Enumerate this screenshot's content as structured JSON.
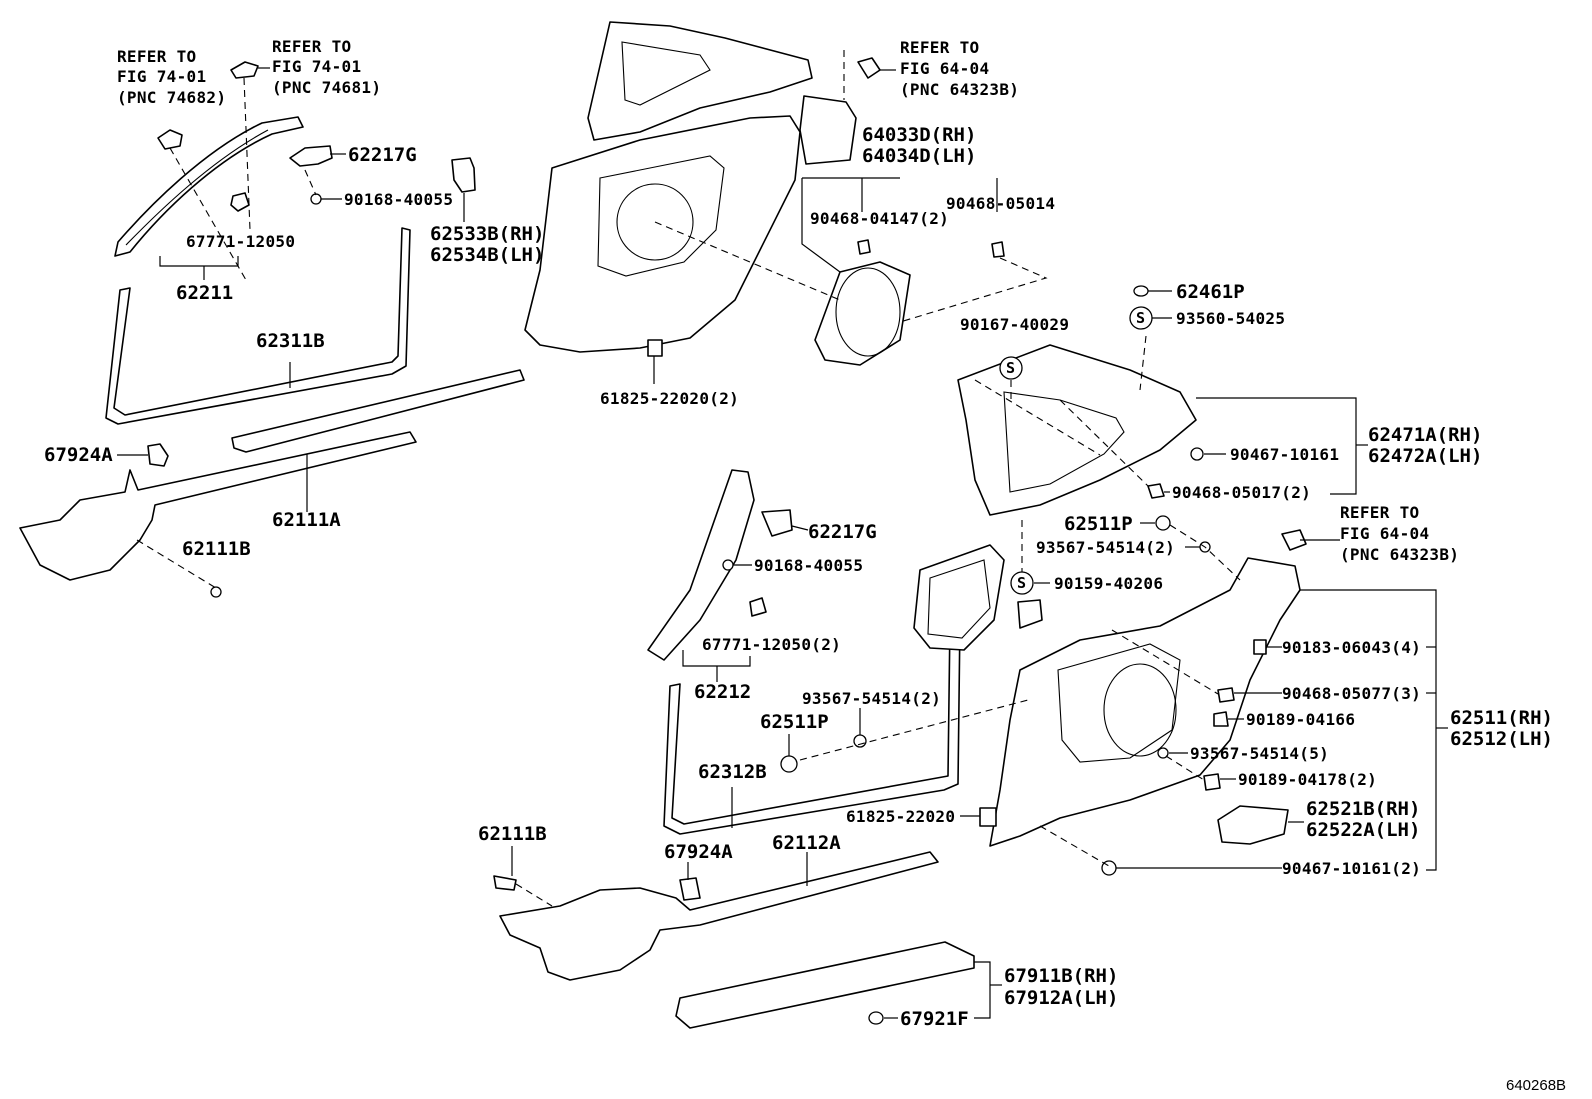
{
  "diagram": {
    "figure_code": "640268B",
    "labels": {
      "refer_74682": [
        "REFER TO",
        "FIG 74-01",
        "(PNC 74682)"
      ],
      "refer_74681": [
        "REFER TO",
        "FIG 74-01",
        "(PNC 74681)"
      ],
      "refer_64323b_top": [
        "REFER TO",
        "FIG 64-04",
        "(PNC 64323B)"
      ],
      "refer_64323b_right": [
        "REFER TO",
        "FIG 64-04",
        "(PNC 64323B)"
      ],
      "p62217G_top": "62217G",
      "p90168_top": "90168-40055",
      "p67771_top": "67771-12050",
      "p62211": "62211",
      "p62533B": "62533B(RH)",
      "p62534B": "62534B(LH)",
      "p64033D": "64033D(RH)",
      "p64034D": "64034D(LH)",
      "p90468_04147": "90468-04147(2)",
      "p90468_05014": "90468-05014",
      "p62311B": "62311B",
      "p67924A_left": "67924A",
      "p62111A": "62111A",
      "p62111B_left": "62111B",
      "p61825_top": "61825-22020(2)",
      "p62461P": "62461P",
      "p90167": "90167-40029",
      "p93560": "93560-54025",
      "p62471A": "62471A(RH)",
      "p62472A": "62472A(LH)",
      "p90467_top": "90467-10161",
      "p90468_05017": "90468-05017(2)",
      "p62511P_right": "62511P",
      "p93567_right": "93567-54514(2)",
      "p90159": "90159-40206",
      "p62217G_mid": "62217G",
      "p90168_mid": "90168-40055",
      "p67771_mid": "67771-12050(2)",
      "p62212": "62212",
      "p93567_mid": "93567-54514(2)",
      "p62511P_mid": "62511P",
      "p62312B": "62312B",
      "p90183": "90183-06043(4)",
      "p90468_05077": "90468-05077(3)",
      "p90189_04166": "90189-04166",
      "p93567_5": "93567-54514(5)",
      "p90189_04178": "90189-04178(2)",
      "p62511": "62511(RH)",
      "p62512": "62512(LH)",
      "p62521B": "62521B(RH)",
      "p62522A": "62522A(LH)",
      "p61825_mid": "61825-22020",
      "p90467_bottom": "90467-10161(2)",
      "p62111B_bottom": "62111B",
      "p67924A_bottom": "67924A",
      "p62112A": "62112A",
      "p67911B": "67911B(RH)",
      "p67912A": "67912A(LH)",
      "p67921F": "67921F"
    },
    "circle_s": "S"
  }
}
